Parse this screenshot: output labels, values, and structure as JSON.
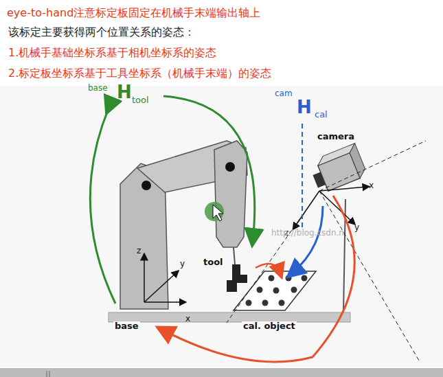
{
  "diagram": {
    "title": "eye-to-hand注意标定板固定在机械手末端输出轴上",
    "labels": [
      "该标定主要获得两个位置关系的姿态：",
      "1.机械手基础坐标系基于相机坐标系的姿态",
      "2.标定板坐标系基于工具坐标系（机械手末端）的姿态",
      "base",
      "H",
      "tool",
      "cam",
      "H",
      "cal",
      "camera",
      "x",
      "z",
      "y",
      "http://blog.csdn.n",
      "z",
      "y",
      "x",
      "tool",
      "base",
      "cal. object"
    ]
  }
}
